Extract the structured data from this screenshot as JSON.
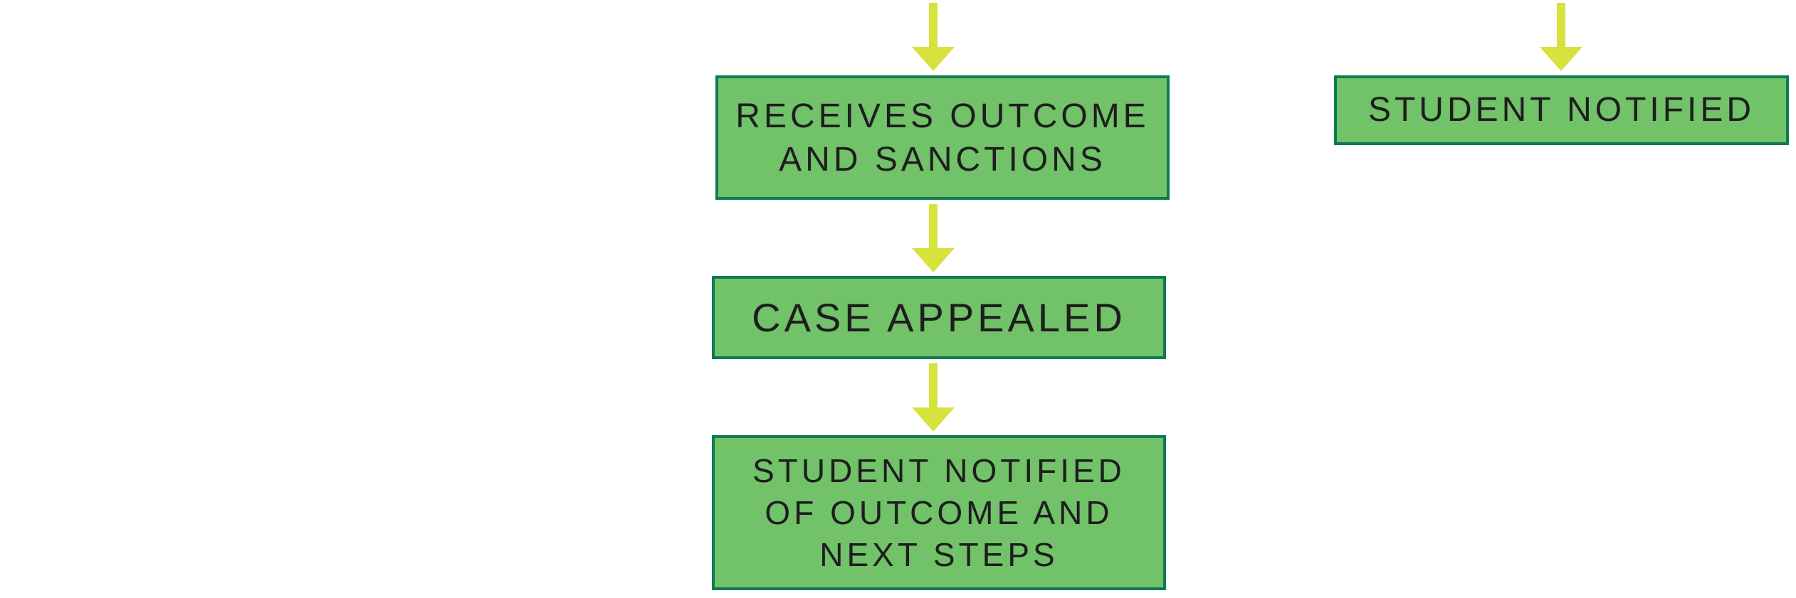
{
  "diagram": {
    "colors": {
      "box_fill": "#71c268",
      "box_border": "#0e7a52",
      "arrow": "#d7e23d",
      "text": "#1e1e1e"
    },
    "nodes": [
      {
        "id": "receives",
        "label": "RECEIVES OUTCOME\nAND SANCTIONS"
      },
      {
        "id": "appealed",
        "label": "CASE APPEALED"
      },
      {
        "id": "student_next",
        "label": "STUDENT NOTIFIED\nOF OUTCOME AND\nNEXT STEPS"
      },
      {
        "id": "student_notified",
        "label": "STUDENT NOTIFIED"
      }
    ],
    "edges": [
      {
        "to": "receives"
      },
      {
        "from": "receives",
        "to": "appealed"
      },
      {
        "from": "appealed",
        "to": "student_next"
      },
      {
        "to": "student_notified"
      }
    ]
  }
}
